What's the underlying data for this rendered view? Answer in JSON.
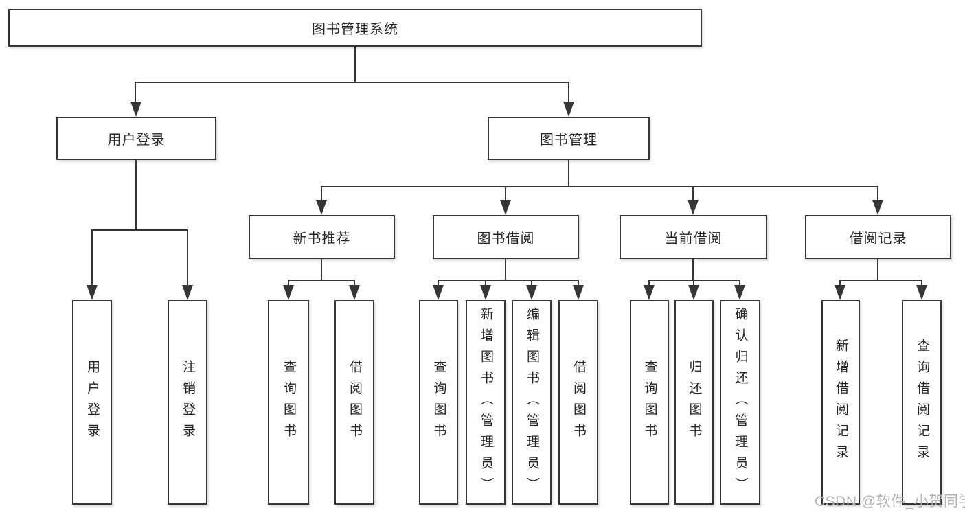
{
  "colors": {
    "line": "#363636",
    "box_border": "#363636",
    "text": "#262626",
    "background": "#ffffff",
    "watermark": "#b3b3b3"
  },
  "watermark": {
    "text": "CSDN @软件_小贺同学"
  },
  "tree": {
    "root": {
      "label": "图书管理系统"
    },
    "branches": [
      {
        "label": "用户登录",
        "children": [
          {
            "label": "用户登录"
          },
          {
            "label": "注销登录"
          }
        ]
      },
      {
        "label": "图书管理",
        "children": [
          {
            "label": "新书推荐",
            "children": [
              {
                "label": "查询图书"
              },
              {
                "label": "借阅图书"
              }
            ]
          },
          {
            "label": "图书借阅",
            "children": [
              {
                "label": "查询图书"
              },
              {
                "label": "新增图书（管理员）"
              },
              {
                "label": "编辑图书（管理员）"
              },
              {
                "label": "借阅图书"
              }
            ]
          },
          {
            "label": "当前借阅",
            "children": [
              {
                "label": "查询图书"
              },
              {
                "label": "归还图书"
              },
              {
                "label": "确认归还（管理员）"
              }
            ]
          },
          {
            "label": "借阅记录",
            "children": [
              {
                "label": "新增借阅记录"
              },
              {
                "label": "查询借阅记录"
              }
            ]
          }
        ]
      }
    ]
  }
}
